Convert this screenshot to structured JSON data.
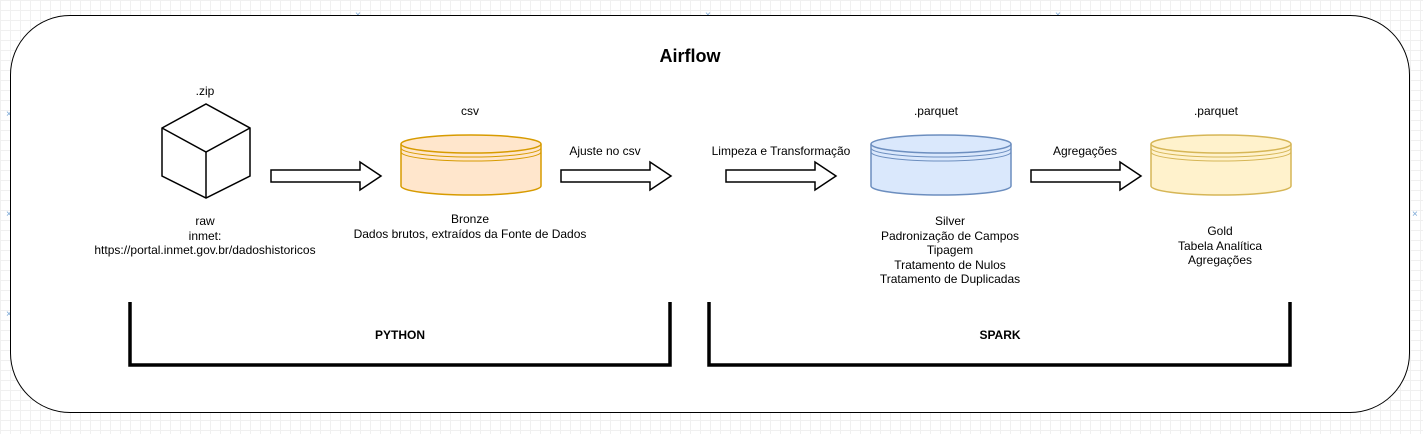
{
  "diagram": {
    "title": "Airflow",
    "raw": {
      "format": ".zip",
      "lines": [
        "raw",
        "inmet:",
        "https://portal.inmet.gov.br/dadoshistoricos"
      ]
    },
    "bronze": {
      "format": "csv",
      "color": "#ffe6cc",
      "border": "#d79b00",
      "lines": [
        "Bronze",
        "Dados brutos, extraídos da Fonte de Dados"
      ]
    },
    "silver": {
      "format": ".parquet",
      "color": "#dae8fc",
      "border": "#6c8ebf",
      "lines": [
        "Silver",
        "Padronização de Campos",
        "Tipagem",
        "Tratamento de Nulos",
        "Tratamento de Duplicadas"
      ]
    },
    "gold": {
      "format": ".parquet",
      "color": "#fff2cc",
      "border": "#d6b656",
      "lines": [
        "Gold",
        "Tabela Analítica",
        "Agregações"
      ]
    },
    "arrows": {
      "ajuste": "Ajuste no csv",
      "limpeza": "Limpeza e Transformação",
      "agregacoes": "Agregações"
    },
    "brackets": {
      "python": "PYTHON",
      "spark": "SPARK"
    }
  }
}
